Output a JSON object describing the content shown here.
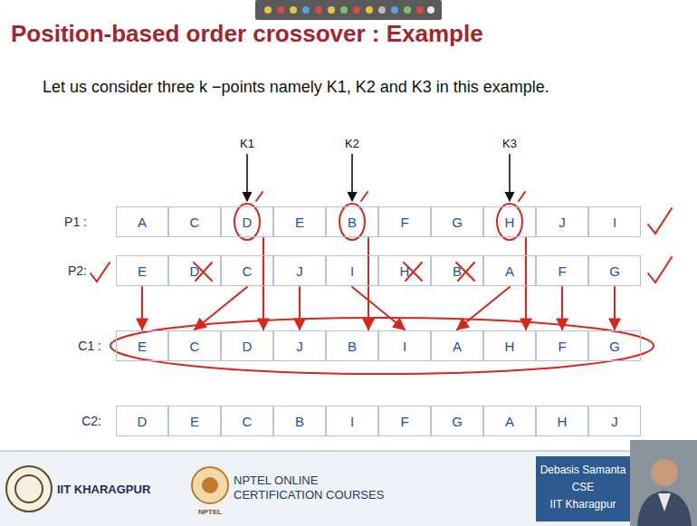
{
  "diagram": {
    "title": "Position-based order crossover : Example",
    "nodes": [
      {
        "text": [
          "A"
        ]
      },
      {
        "text": [
          "C"
        ]
      },
      {
        "text": [
          "D"
        ]
      },
      {
        "text": [
          "E"
        ]
      },
      {
        "text": [
          "B"
        ]
      },
      {
        "text": [
          "F"
        ]
      },
      {
        "text": [
          "G"
        ]
      },
      {
        "text": [
          "H"
        ]
      },
      {
        "text": [
          "J"
        ]
      },
      {
        "text": [
          "I"
        ]
      },
      {
        "text": [
          "E"
        ]
      },
      {
        "text": [
          "D"
        ]
      },
      {
        "text": [
          "C"
        ]
      },
      {
        "text": [
          "J"
        ]
      },
      {
        "text": [
          "I"
        ]
      },
      {
        "text": [
          "H"
        ]
      },
      {
        "text": [
          "B"
        ]
      },
      {
        "text": [
          "A"
        ]
      },
      {
        "text": [
          "F"
        ]
      },
      {
        "text": [
          "G"
        ]
      },
      {
        "text": [
          "E"
        ]
      },
      {
        "text": [
          "C"
        ]
      },
      {
        "text": [
          "D"
        ]
      },
      {
        "text": [
          "J"
        ]
      },
      {
        "text": [
          "B"
        ]
      },
      {
        "text": [
          "I"
        ]
      },
      {
        "text": [
          "A"
        ]
      },
      {
        "text": [
          "H"
        ]
      },
      {
        "text": [
          "F"
        ]
      },
      {
        "text": [
          "G"
        ]
      },
      {
        "text": [
          "D"
        ]
      },
      {
        "text": [
          "E"
        ]
      },
      {
        "text": [
          "C"
        ]
      },
      {
        "text": [
          "B"
        ]
      },
      {
        "text": [
          "I"
        ]
      },
      {
        "text": [
          "F"
        ]
      },
      {
        "text": [
          "G"
        ]
      },
      {
        "text": [
          "A"
        ]
      },
      {
        "text": [
          "H"
        ]
      },
      {
        "text": [
          "J"
        ]
      }
    ],
    "edges": [
      {
        "from": 10,
        "to": 20,
        "arrow": "to"
      },
      {
        "from": 12,
        "to": 21,
        "arrow": "to"
      },
      {
        "from": 2,
        "to": 22,
        "arrow": "to"
      },
      {
        "from": 13,
        "to": 23,
        "arrow": "to"
      },
      {
        "from": 4,
        "to": 24,
        "arrow": "to"
      },
      {
        "from": 14,
        "to": 25,
        "arrow": "to"
      },
      {
        "from": 17,
        "to": 26,
        "arrow": "to"
      },
      {
        "from": 7,
        "to": 27,
        "arrow": "to"
      },
      {
        "from": 18,
        "to": 28,
        "arrow": "to"
      },
      {
        "from": 19,
        "to": 29,
        "arrow": "to"
      }
    ],
    "labels": [
      "Let us consider three k −points namely K1, K2 and K3 in this example.",
      "K1",
      "K2",
      "K3",
      "P1 :",
      "P2:",
      "C1 :",
      "C2:",
      "IIT KHARAGPUR",
      "NPTEL",
      "NPTEL ONLINE CERTIFICATION COURSES",
      "Debasis Samanta",
      "CSE",
      "IIT Kharagpur"
    ]
  }
}
